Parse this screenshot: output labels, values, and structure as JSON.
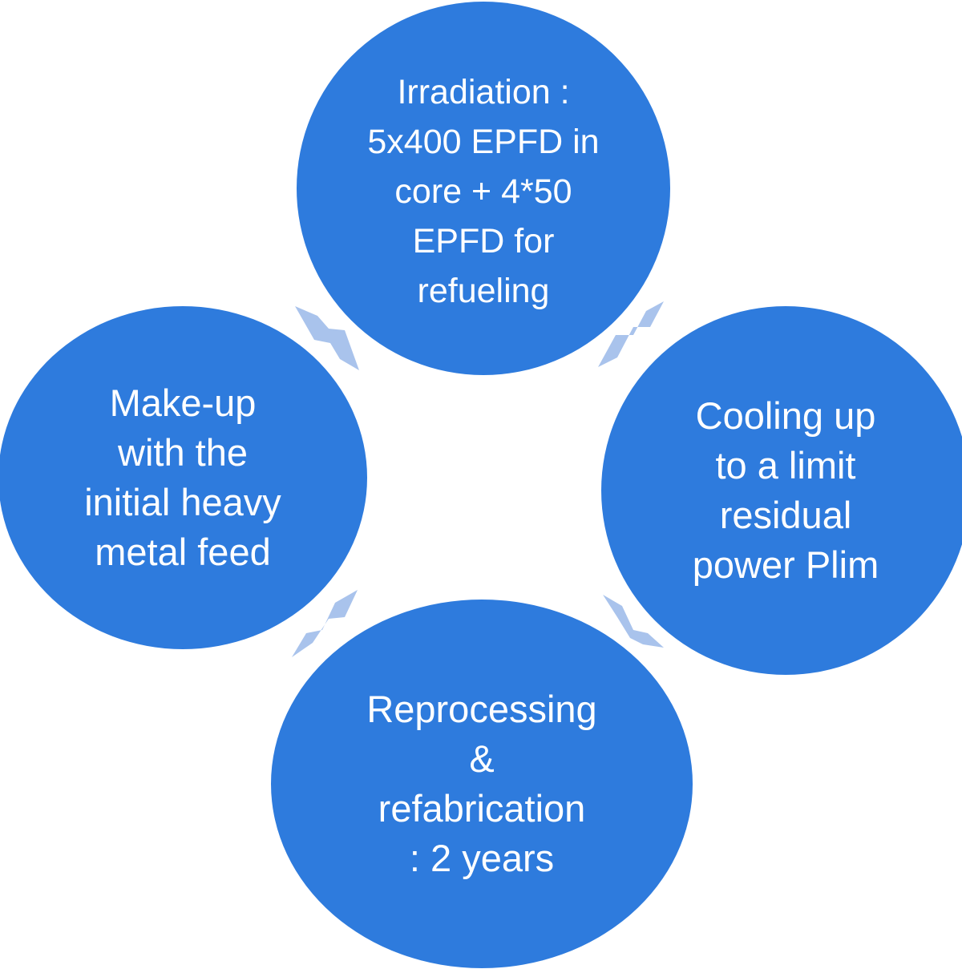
{
  "diagram": {
    "colors": {
      "node_fill": "#2e7bdd",
      "arrow_fill": "#a9c3ec",
      "text": "#ffffff"
    },
    "nodes": [
      {
        "id": "top",
        "text": "Irradiation :\n5x400 EPFD in\ncore + 4*50\nEPFD for\nrefueling"
      },
      {
        "id": "right",
        "text": "Cooling up\nto  a limit\nresidual\npower Plim"
      },
      {
        "id": "bottom",
        "text": "Reprocessing\n&\nrefabrication\n: 2 years"
      },
      {
        "id": "left",
        "text": "Make-up\nwith the\ninitial heavy\nmetal feed"
      }
    ]
  }
}
